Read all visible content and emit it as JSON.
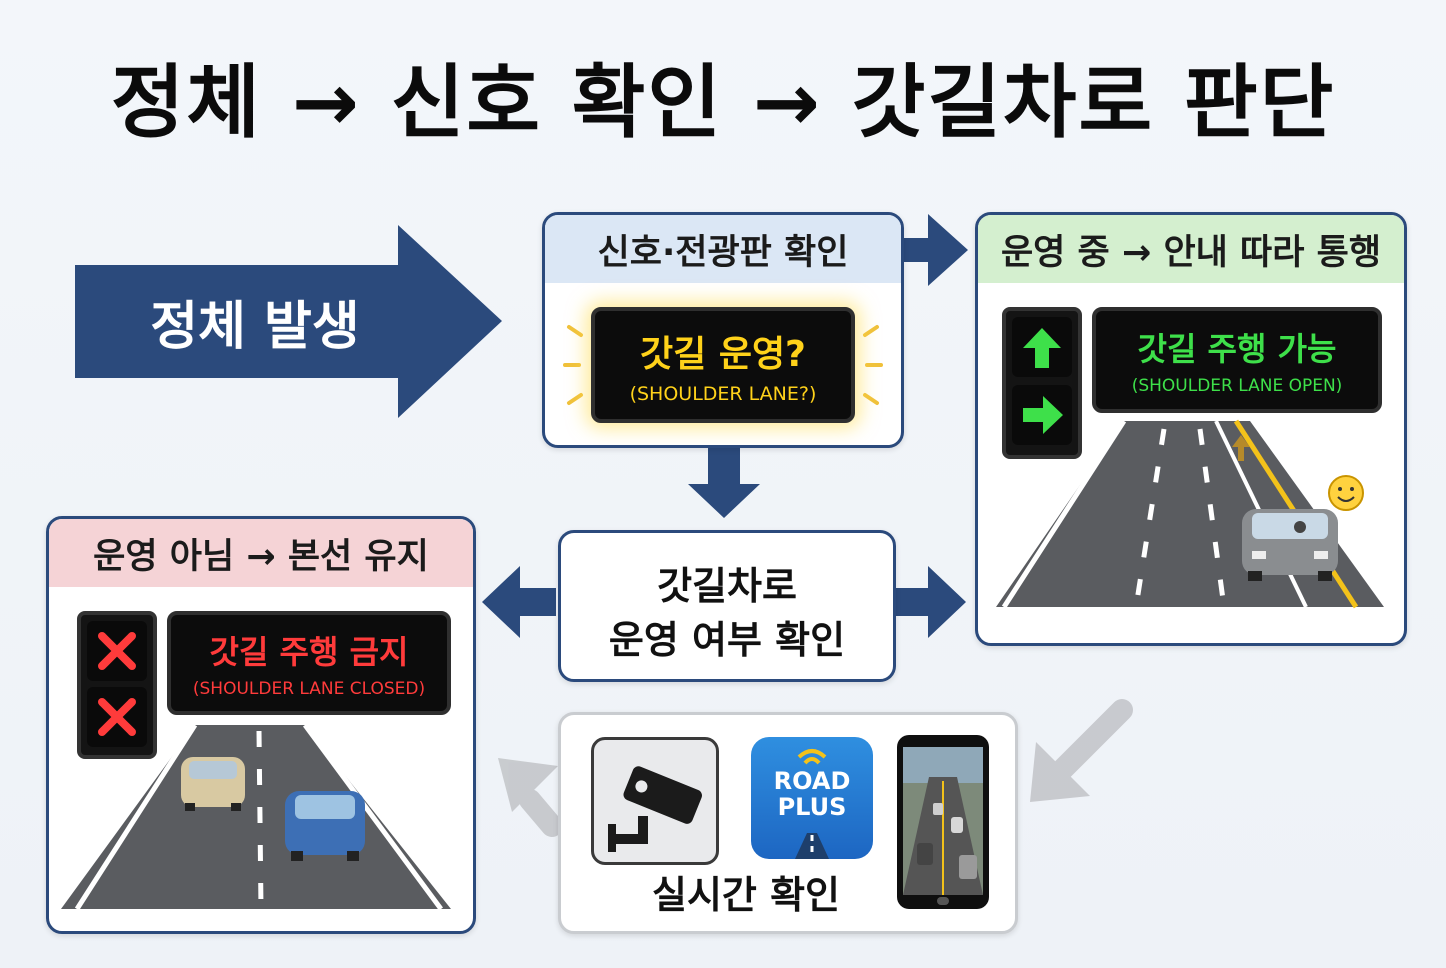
{
  "title": "정체 → 신호 확인 → 갓길차로 판단",
  "start_arrow": {
    "label": "정체 발생"
  },
  "check_box": {
    "header": "신호·전광판 확인",
    "board_main": "갓길 운영?",
    "board_sub": "(SHOULDER LANE?)"
  },
  "decision_box": {
    "line1": "갓길차로",
    "line2": "운영 여부 확인"
  },
  "open_box": {
    "header": "운영 중 → 안내 따라 통행",
    "board_main": "갓길 주행 가능",
    "board_sub": "(SHOULDER LANE OPEN)"
  },
  "closed_box": {
    "header": "운영 아님 → 본선 유지",
    "board_main": "갓길 주행 금지",
    "board_sub": "(SHOULDER LANE CLOSED)"
  },
  "realtime_box": {
    "label": "실시간 확인",
    "app_name_line1": "ROAD",
    "app_name_line2": "PLUS"
  },
  "colors": {
    "navy": "#2b4a7c",
    "header_blue": "#dbe7f5",
    "header_green": "#d4efcf",
    "header_pink": "#f5d3d6",
    "led_yellow": "#ffd21a",
    "led_green": "#3ee04a",
    "led_red": "#ff3b3b"
  },
  "icons": [
    "cctv-camera-icon",
    "road-plus-app-icon",
    "smartphone-icon",
    "smiley-icon",
    "up-arrow-signal-icon",
    "right-arrow-signal-icon",
    "x-signal-icon"
  ]
}
